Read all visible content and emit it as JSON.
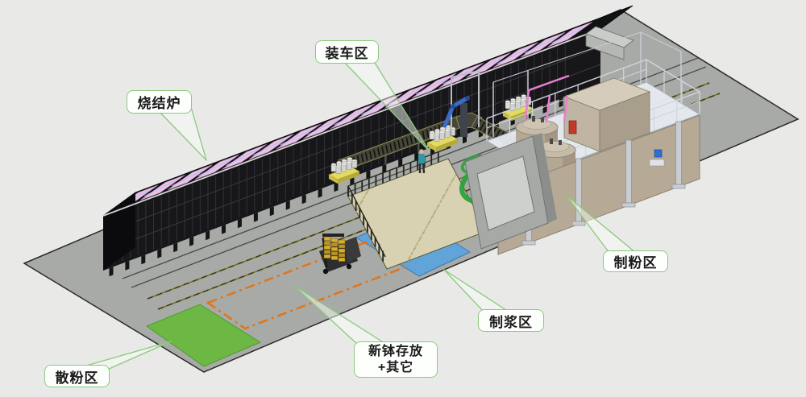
{
  "diagram": {
    "type": "3d-factory-layout",
    "background_color": "#e9eae8",
    "floor_color": "#a8aaa7",
    "callout_border_color": "#8cc87c",
    "accent_colors": {
      "furnace_panel_pink": "#ecc0e9",
      "slurry_area_blue": "#60a4da",
      "loose_powder_green": "#6db845",
      "storage_outline_orange": "#e0761c",
      "loop_conveyor_green": "#2ca23c"
    }
  },
  "callouts": [
    {
      "id": "sintering-furnace",
      "text": "烧结炉"
    },
    {
      "id": "loading-area",
      "text": "装车区"
    },
    {
      "id": "powder-making-area",
      "text": "制粉区"
    },
    {
      "id": "slurry-making-area",
      "text": "制浆区"
    },
    {
      "id": "new-sagger-storage",
      "text": "新钵存放\n+其它"
    },
    {
      "id": "loose-powder-area",
      "text": "散粉区"
    }
  ]
}
